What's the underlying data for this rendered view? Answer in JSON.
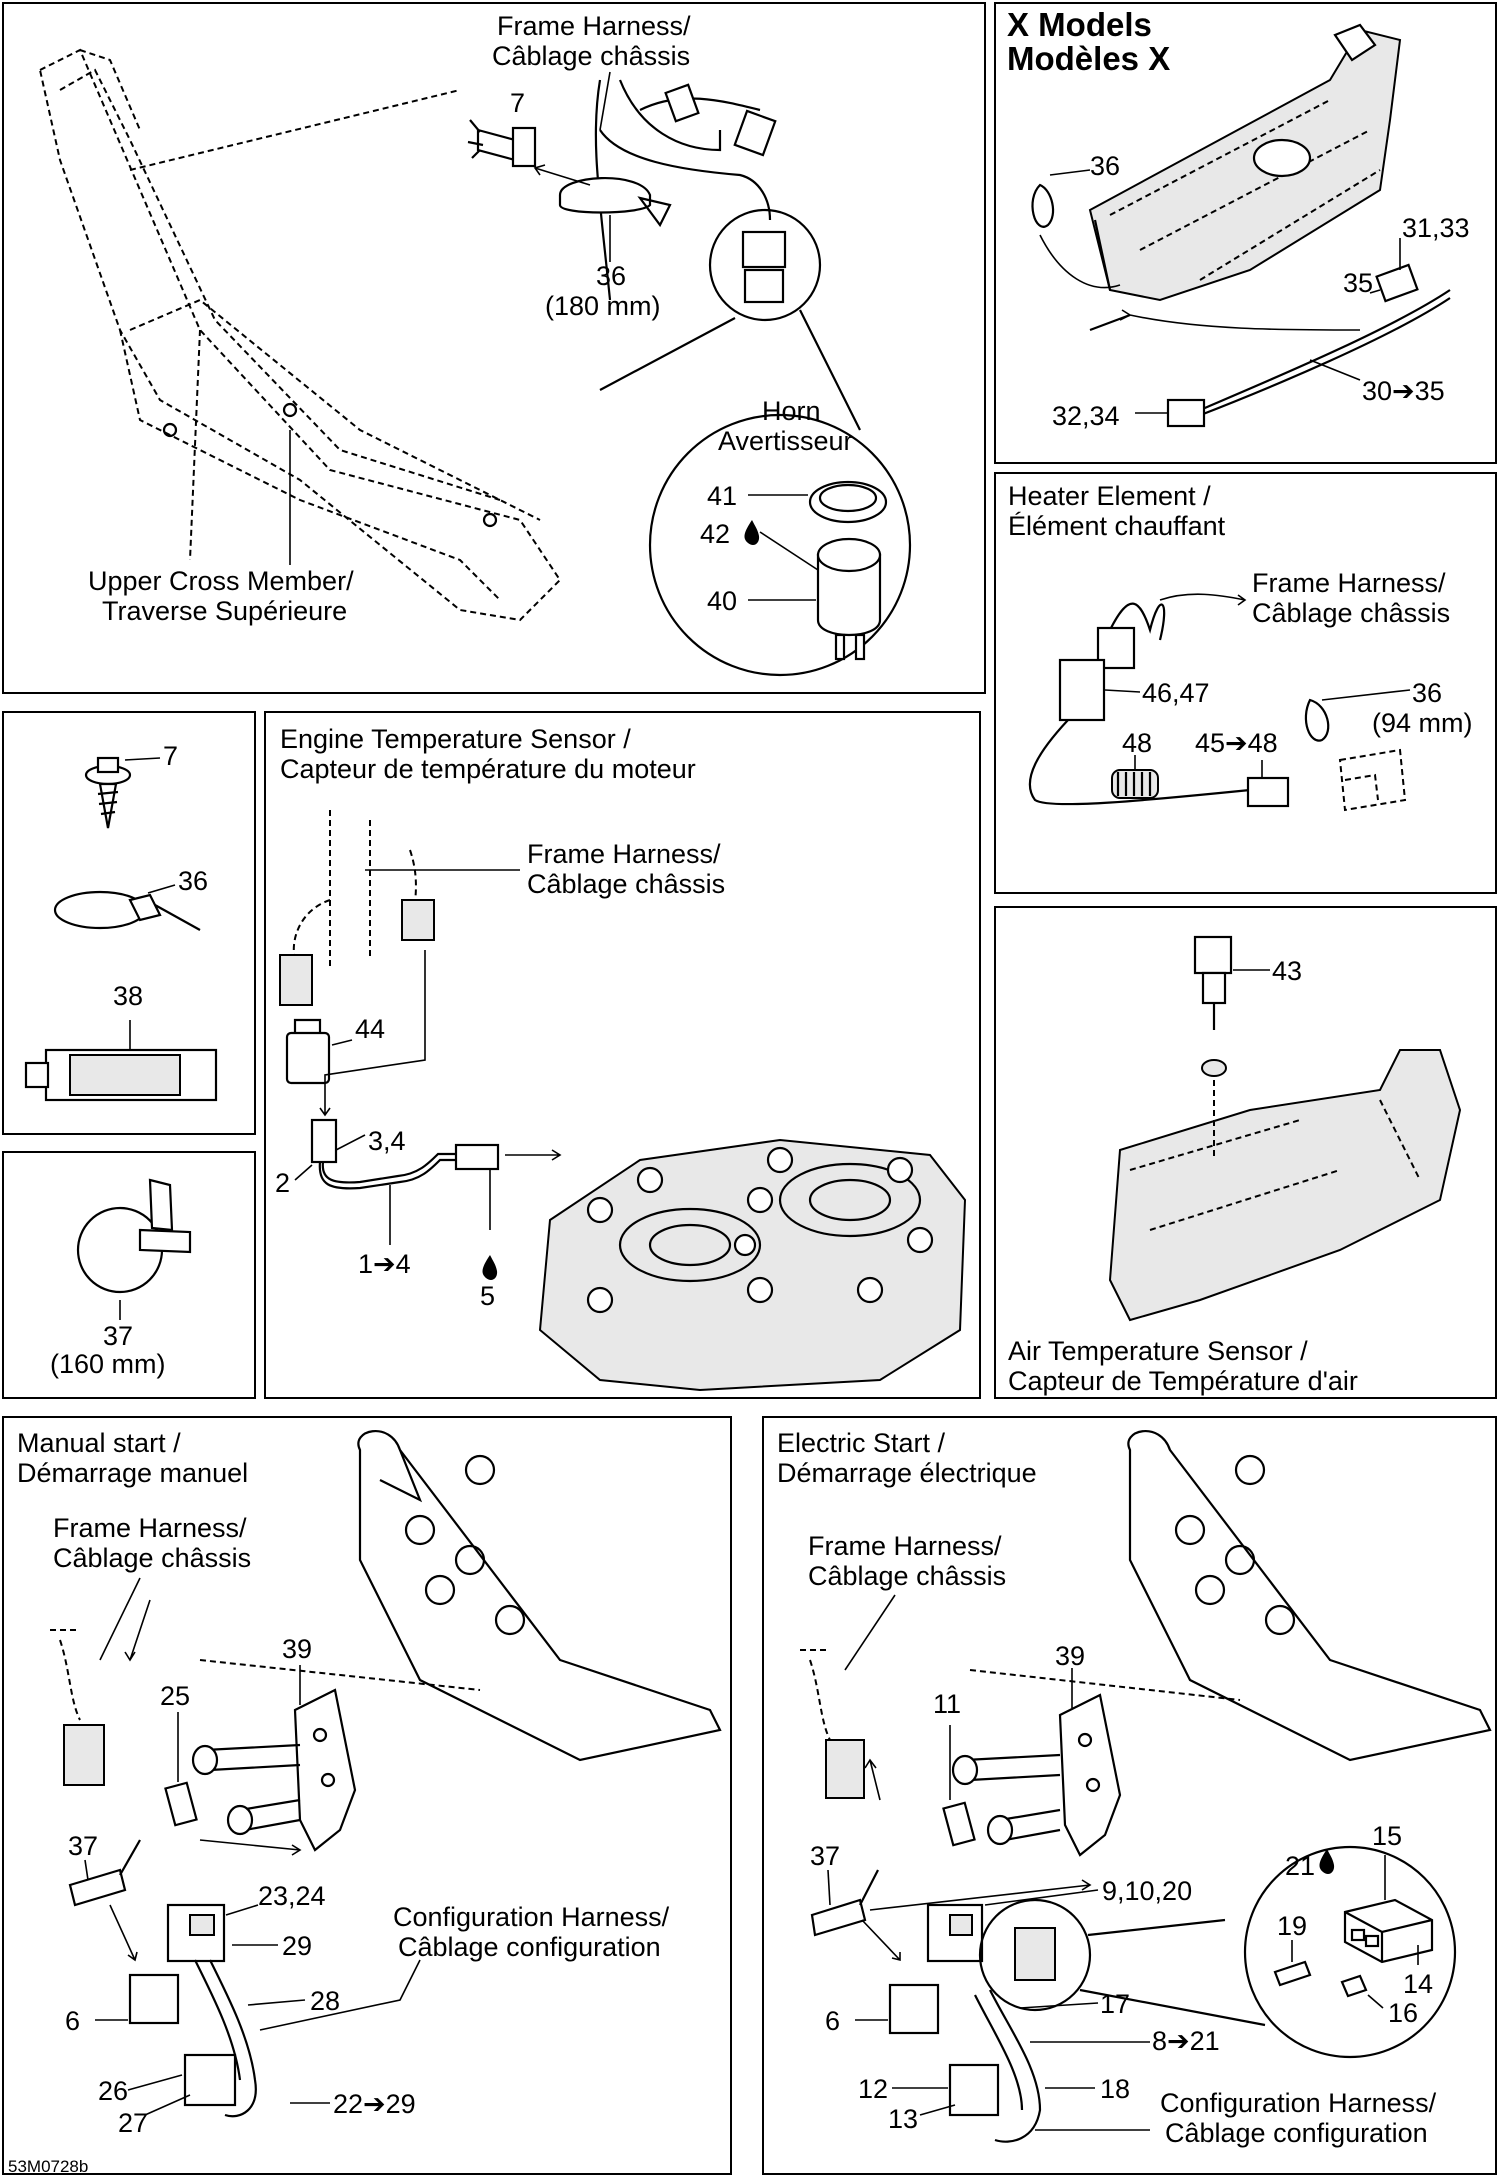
{
  "labels": {
    "frame_harness_top_1": "Frame Harness/",
    "frame_harness_top_2": "Câblage châssis",
    "p7_top": "7",
    "p36_top": "36",
    "p36_top_size": "(180 mm)",
    "horn_1": "Horn",
    "horn_2": "Avertisseur",
    "p41": "41",
    "p42": "42",
    "p40": "40",
    "upper_cross_1": "Upper Cross Member/",
    "upper_cross_2": "Traverse Supérieure",
    "x_models_1": "X Models",
    "x_models_2": "Modèles X",
    "x_36": "36",
    "x_31_33": "31,33",
    "x_35": "35",
    "x_30_35": "30➔35",
    "x_32_34": "32,34",
    "heater_1": "Heater Element /",
    "heater_2": "Élément chauffant",
    "heater_fh_1": "Frame Harness/",
    "heater_fh_2": "Câblage châssis",
    "h_46_47": "46,47",
    "h_36": "36",
    "h_36_size": "(94 mm)",
    "h_48": "48",
    "h_45_48": "45➔48",
    "kit_7": "7",
    "kit_36": "36",
    "kit_38": "38",
    "kit_37": "37",
    "kit_37_size": "(160 mm)",
    "engine_1": "Engine Temperature Sensor /",
    "engine_2": "Capteur de température du moteur",
    "engine_fh_1": "Frame Harness/",
    "engine_fh_2": "Câblage châssis",
    "e_44": "44",
    "e_3_4": "3,4",
    "e_2": "2",
    "e_1_4": "1➔4",
    "e_5": "5",
    "air_43": "43",
    "air_1": "Air Temperature Sensor /",
    "air_2": "Capteur de Température d'air",
    "manual_1": "Manual start /",
    "manual_2": "Démarrage manuel",
    "manual_fh_1": "Frame Harness/",
    "manual_fh_2": "Câblage châssis",
    "m_39": "39",
    "m_25": "25",
    "m_37": "37",
    "m_23_24": "23,24",
    "m_29": "29",
    "m_28": "28",
    "m_6": "6",
    "m_26": "26",
    "m_27": "27",
    "m_22_29": "22➔29",
    "m_config_1": "Configuration Harness/",
    "m_config_2": "Câblage configuration",
    "electric_1": "Electric Start /",
    "electric_2": "Démarrage électrique",
    "electric_fh_1": "Frame Harness/",
    "electric_fh_2": "Câblage châssis",
    "el_39": "39",
    "el_11": "11",
    "el_37": "37",
    "el_9_10_20": "9,10,20",
    "el_6": "6",
    "el_17": "17",
    "el_8_21": "8➔21",
    "el_12": "12",
    "el_13": "13",
    "el_18": "18",
    "el_21": "21",
    "el_15": "15",
    "el_19": "19",
    "el_14": "14",
    "el_16": "16",
    "el_config_1": "Configuration Harness/",
    "el_config_2": "Câblage configuration",
    "ref_code": "53M0728b"
  }
}
